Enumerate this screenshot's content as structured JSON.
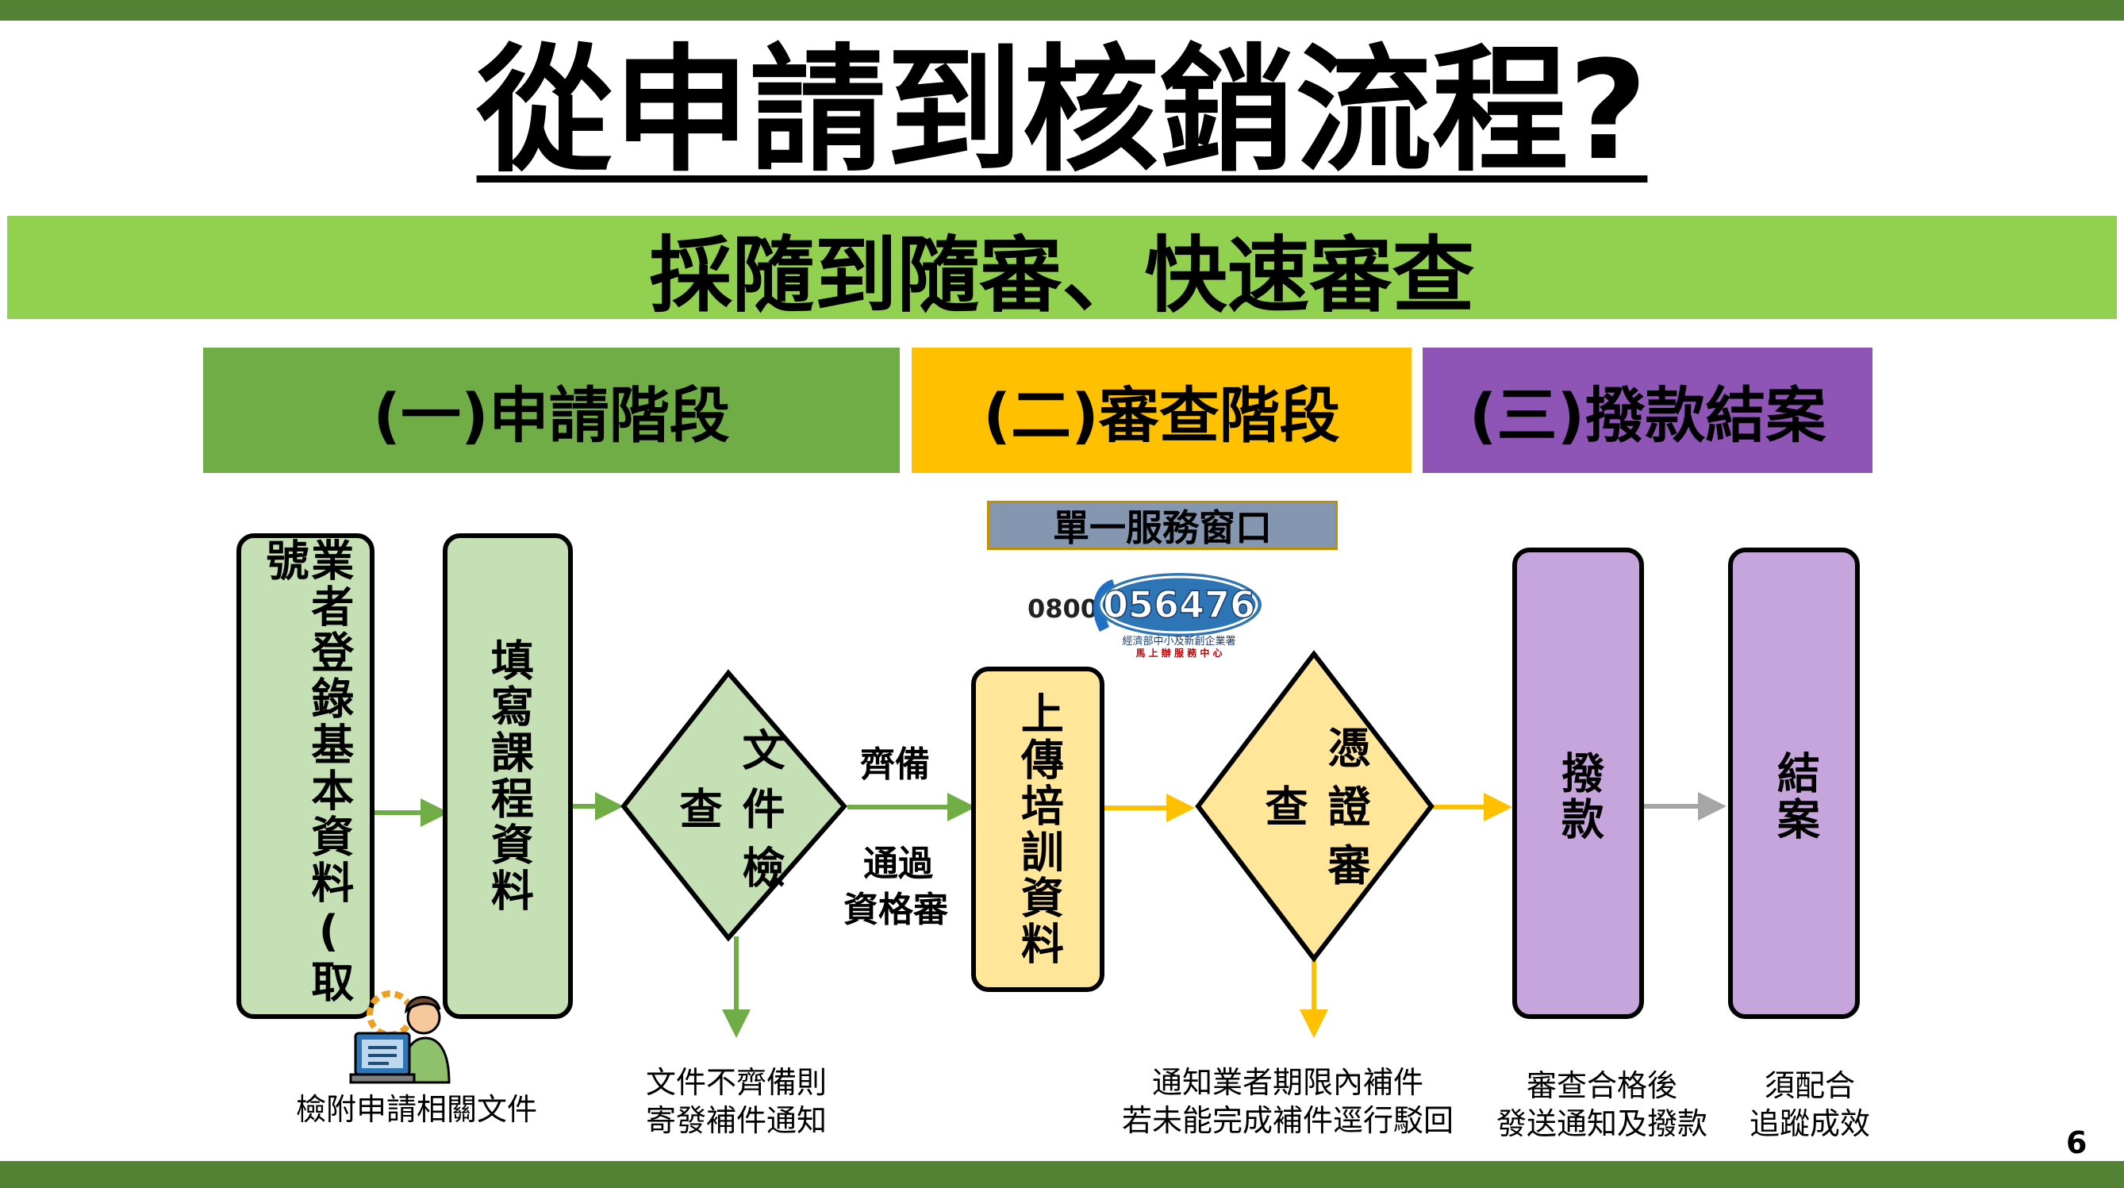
{
  "title": "從申請到核銷流程?",
  "subtitle": "採隨到隨審、快速審查",
  "stages": {
    "apply": "(一)申請階段",
    "review": "(二)審查階段",
    "payment": "(三)撥款結案"
  },
  "single_window": "單一服務窗口",
  "hotline": {
    "prefix": "0800-",
    "number": "056476",
    "org_line1": "經濟部中小及新創企業署",
    "org_line2": "馬 上 辦 服 務 中 心"
  },
  "flow": {
    "register": "業者登錄基本資料(取號",
    "fill": "填寫課程資料",
    "doc_check": "文件檢查",
    "edge_complete": "齊備",
    "edge_pass_1": "通過",
    "edge_pass_2": "資格審",
    "upload": "上傳培訓資料",
    "voucher": "憑證審查",
    "pay": "撥款",
    "close": "結案"
  },
  "notes": {
    "attach": "檢附申請相關文件",
    "incomplete_1": "文件不齊備則",
    "incomplete_2": "寄發補件通知",
    "supplement_1": "通知業者期限內補件",
    "supplement_2": "若未能完成補件逕行駁回",
    "approved_1": "審查合格後",
    "approved_2": "發送通知及撥款",
    "followup_1": "須配合",
    "followup_2": "追蹤成效"
  },
  "page_number": "6",
  "colors": {
    "frame": "#548235",
    "band": "#92d050",
    "stage_apply": "#70ad47",
    "stage_review": "#ffc000",
    "stage_payment": "#8e55b7",
    "box_green": "#c5e0b4",
    "box_yellow": "#ffe699",
    "box_purple": "#c5a5dc",
    "arrow_green": "#70ad47",
    "arrow_yellow": "#ffc000",
    "arrow_gray": "#a6a6a6"
  }
}
